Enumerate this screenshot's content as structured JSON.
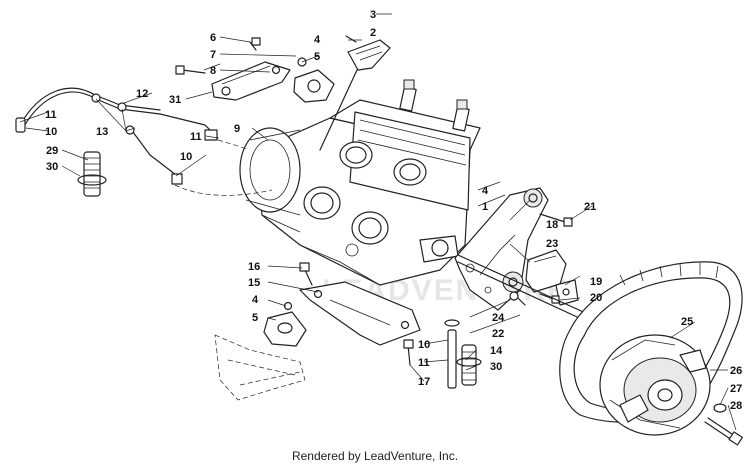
{
  "watermark": "LEADVENTURE",
  "footer": "Rendered by LeadVenture, Inc.",
  "callouts": {
    "c3": "3",
    "c2": "2",
    "c6": "6",
    "c4a": "4",
    "c7": "7",
    "c5a": "5",
    "c8": "8",
    "c31": "31",
    "c12": "12",
    "c11a": "11",
    "c10a": "10",
    "c13": "13",
    "c9": "9",
    "c11b": "11",
    "c10b": "10",
    "c29": "29",
    "c30a": "30",
    "c4b": "4",
    "c1": "1",
    "c21": "21",
    "c18": "18",
    "c23": "23",
    "c16": "16",
    "c15": "15",
    "c4c": "4",
    "c5b": "5",
    "c19": "19",
    "c20": "20",
    "c24": "24",
    "c22": "22",
    "c25": "25",
    "c10c": "10",
    "c14": "14",
    "c11c": "11",
    "c30b": "30",
    "c17": "17",
    "c26": "26",
    "c27": "27",
    "c28": "28"
  }
}
